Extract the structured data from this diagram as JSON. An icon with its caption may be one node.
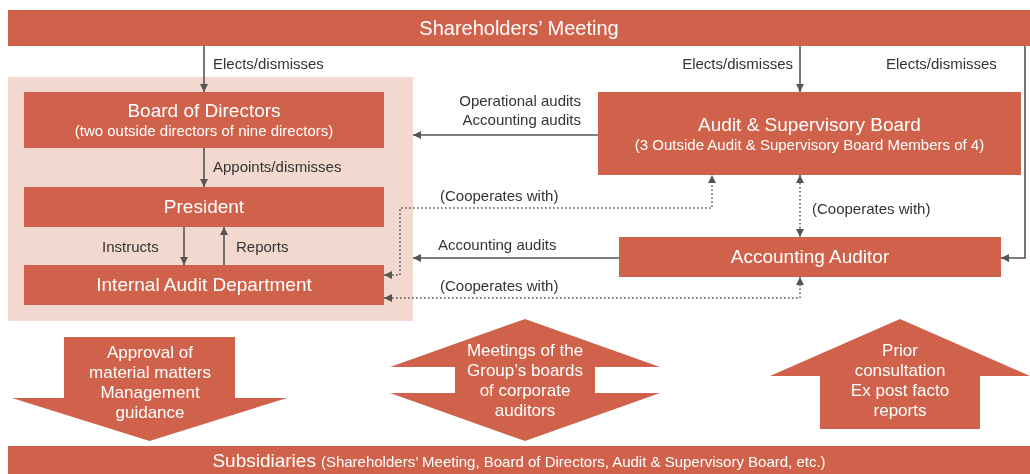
{
  "diagram": {
    "nodes": [
      {
        "text": [
          "Shareholders’ Meeting"
        ]
      },
      {
        "text": [],
        "shape": "box"
      },
      {
        "text": [
          "Board of Directors",
          "(two outside directors of nine directors)"
        ],
        "in": 1
      },
      {
        "text": [
          "President"
        ],
        "in": 1
      },
      {
        "text": [
          "Internal Audit Department"
        ],
        "in": 1
      },
      {
        "text": [
          "Audit & Supervisory Board",
          "(3 Outside Audit & Supervisory Board Members of 4)"
        ]
      },
      {
        "text": [
          "Accounting Auditor"
        ]
      },
      {
        "text": [
          "Subsidiaries",
          "(Shareholders’ Meeting, Board of Directors, Audit & Supervisory Board, etc.)"
        ]
      }
    ],
    "edges": [
      {
        "from": 0,
        "to": 2,
        "arrow": "to",
        "label": "Elects/dismisses"
      },
      {
        "from": 0,
        "to": 5,
        "arrow": "to",
        "label": "Elects/dismisses"
      },
      {
        "from": 0,
        "to": 6,
        "arrow": "to",
        "label": "Elects/dismisses"
      },
      {
        "from": 2,
        "to": 3,
        "arrow": "to",
        "label": "Appoints/dismisses"
      },
      {
        "from": 3,
        "to": 4,
        "arrow": "to",
        "label": "Instructs"
      },
      {
        "from": 4,
        "to": 3,
        "arrow": "to",
        "label": "Reports"
      },
      {
        "from": 5,
        "to": 1,
        "arrow": "to",
        "label": "Operational audits Accounting audits"
      },
      {
        "from": 4,
        "to": 5,
        "arrow": "both",
        "label": "(Cooperates with)",
        "style": "dashed"
      },
      {
        "from": 5,
        "to": 6,
        "arrow": "both",
        "label": "(Cooperates with)",
        "style": "dashed"
      },
      {
        "from": 6,
        "to": 1,
        "arrow": "to",
        "label": "Accounting audits"
      },
      {
        "from": 4,
        "to": 6,
        "arrow": "both",
        "label": "(Cooperates with)",
        "style": "dashed"
      },
      {
        "from": 1,
        "to": 7,
        "arrow": "to",
        "label": "Approval of material matters Management guidance",
        "style": "thick",
        "color": "#d0624b"
      },
      {
        "from": 1,
        "to": 7,
        "arrow": "both",
        "label": "Meetings of the Group’s boards of corporate auditors",
        "style": "thick",
        "color": "#d0624b"
      },
      {
        "from": 7,
        "to": 6,
        "arrow": "to",
        "label": "Prior consultation Ex post facto reports",
        "style": "thick",
        "color": "#d0624b"
      }
    ]
  }
}
